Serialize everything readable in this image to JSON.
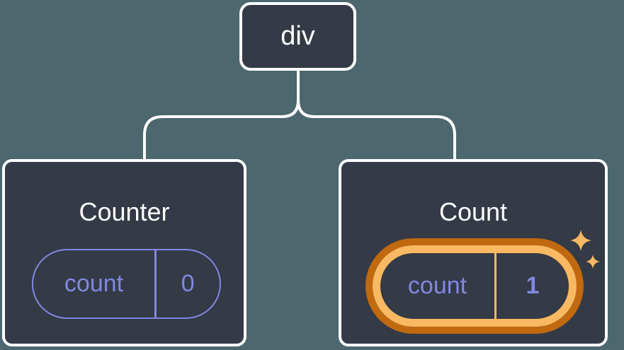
{
  "diagram": {
    "root": {
      "label": "div"
    },
    "children": [
      {
        "title": "Counter",
        "highlighted": false,
        "state": {
          "key": "count",
          "value": "0"
        }
      },
      {
        "title": "Count",
        "highlighted": true,
        "state": {
          "key": "count",
          "value": "1"
        }
      }
    ]
  },
  "icons": {
    "sparkles": "sparkles-icon"
  },
  "colors": {
    "background": "#4c676e",
    "node_background": "#343a46",
    "node_border": "#ffffff",
    "connector": "#ffffff",
    "state_accent": "#8287e2",
    "highlight": "#f9b862",
    "highlight_dark": "#c0690f"
  }
}
